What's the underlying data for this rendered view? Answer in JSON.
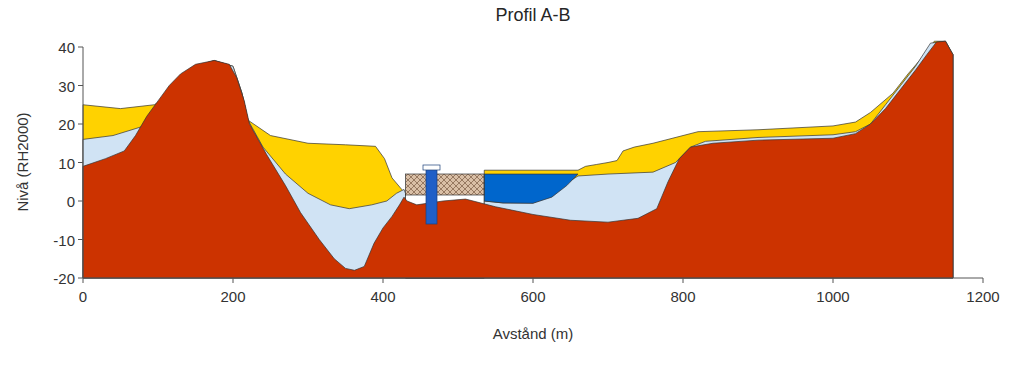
{
  "diagram": {
    "title": "Profil A-B",
    "labels": [
      "Nivå (RH2000)",
      "Avstånd (m)",
      "40",
      "30",
      "20",
      "10",
      "0",
      "-10",
      "-20",
      "0",
      "200",
      "400",
      "600",
      "800",
      "1000",
      "1200"
    ]
  }
}
